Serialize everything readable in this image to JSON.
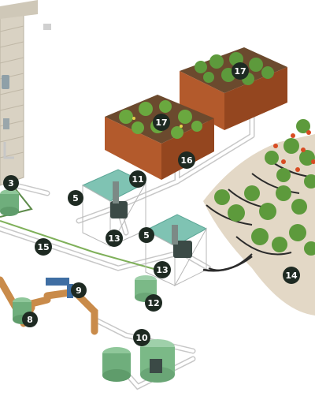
{
  "callouts": [
    {
      "id": "c3",
      "label": "3"
    },
    {
      "id": "c5a",
      "label": "5"
    },
    {
      "id": "c5b",
      "label": "5"
    },
    {
      "id": "c8",
      "label": "8"
    },
    {
      "id": "c9",
      "label": "9"
    },
    {
      "id": "c10",
      "label": "10"
    },
    {
      "id": "c11",
      "label": "11"
    },
    {
      "id": "c12",
      "label": "12"
    },
    {
      "id": "c13a",
      "label": "13"
    },
    {
      "id": "c13b",
      "label": "13"
    },
    {
      "id": "c14",
      "label": "14"
    },
    {
      "id": "c15",
      "label": "15"
    },
    {
      "id": "c16",
      "label": "16"
    },
    {
      "id": "c17a",
      "label": "17"
    },
    {
      "id": "c17b",
      "label": "17"
    }
  ],
  "colors": {
    "house_wall": "#d9d2c3",
    "pipe": "#ffffff",
    "pipe_outline": "#c7c7c7",
    "copper": "#c98b4a",
    "valve_box": "#7fc3b3",
    "bed_wood": "#b35a2c",
    "soil": "#6b4a2e",
    "plant": "#5d9a3c",
    "tomato": "#d84b22",
    "drip_line": "#2b2b2b",
    "callout_bg": "#1e2a22"
  },
  "icons": [
    "valve-box-icon",
    "backflow-preventer-icon",
    "raised-bed-icon",
    "drip-line-icon"
  ]
}
